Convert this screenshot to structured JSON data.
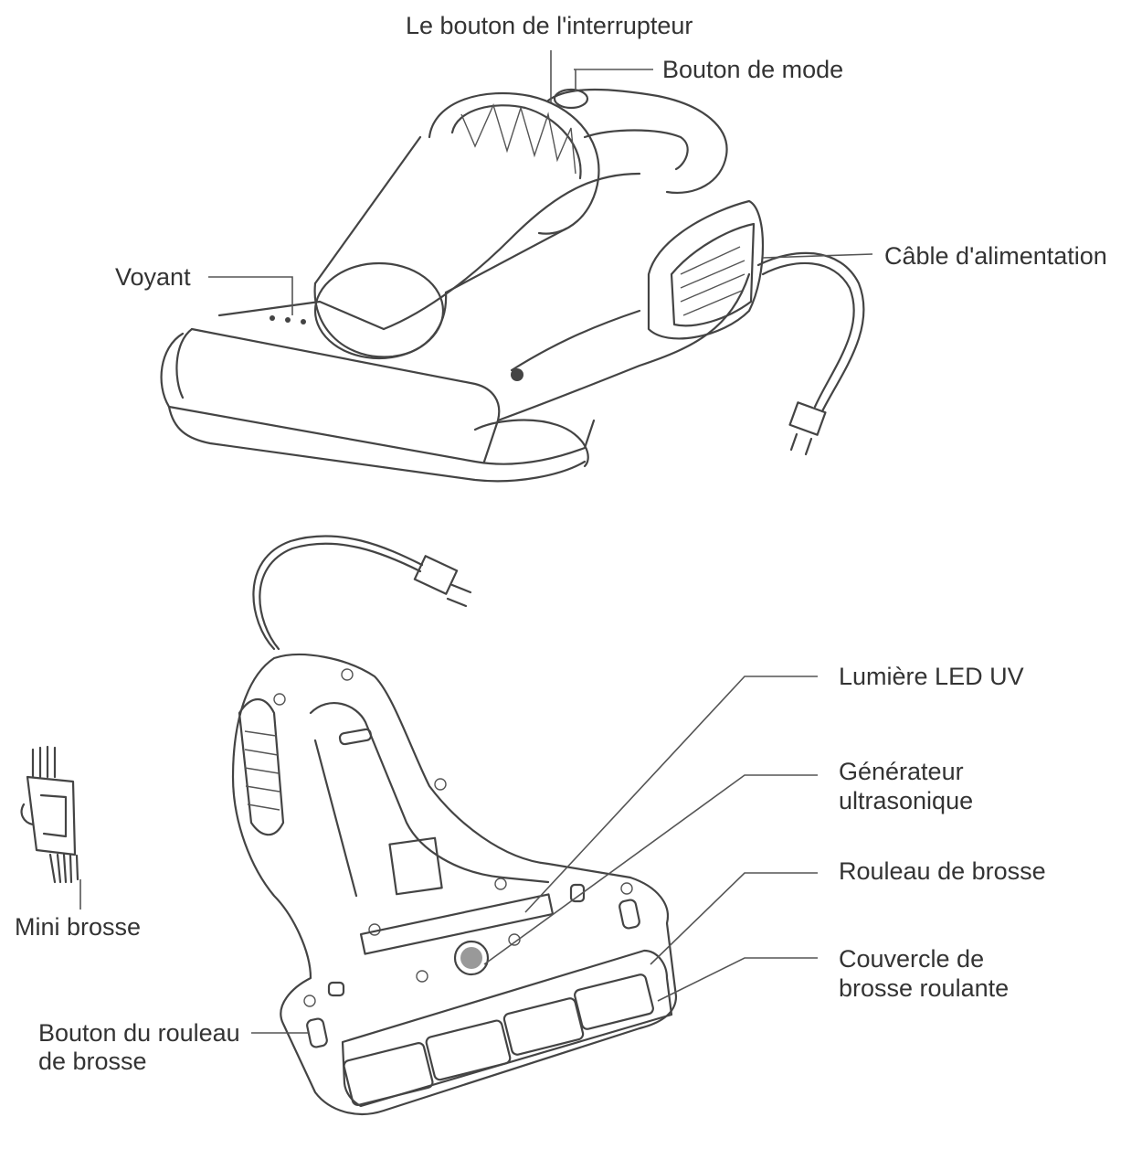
{
  "labels": {
    "power_button": "Le bouton de l'interrupteur",
    "mode_button": "Bouton de mode",
    "power_cable": "Câble d'alimentation",
    "indicator": "Voyant",
    "uv_led": "Lumière LED UV",
    "ultrasonic_line1": "Générateur",
    "ultrasonic_line2": "ultrasonique",
    "brush_roller": "Rouleau de brosse",
    "roller_cover_line1": "Couvercle de",
    "roller_cover_line2": "brosse roulante",
    "mini_brush": "Mini brosse",
    "roller_button_line1": "Bouton du rouleau",
    "roller_button_line2": "de brosse"
  },
  "colors": {
    "line": "#444444",
    "text": "#333333",
    "background": "#ffffff"
  }
}
